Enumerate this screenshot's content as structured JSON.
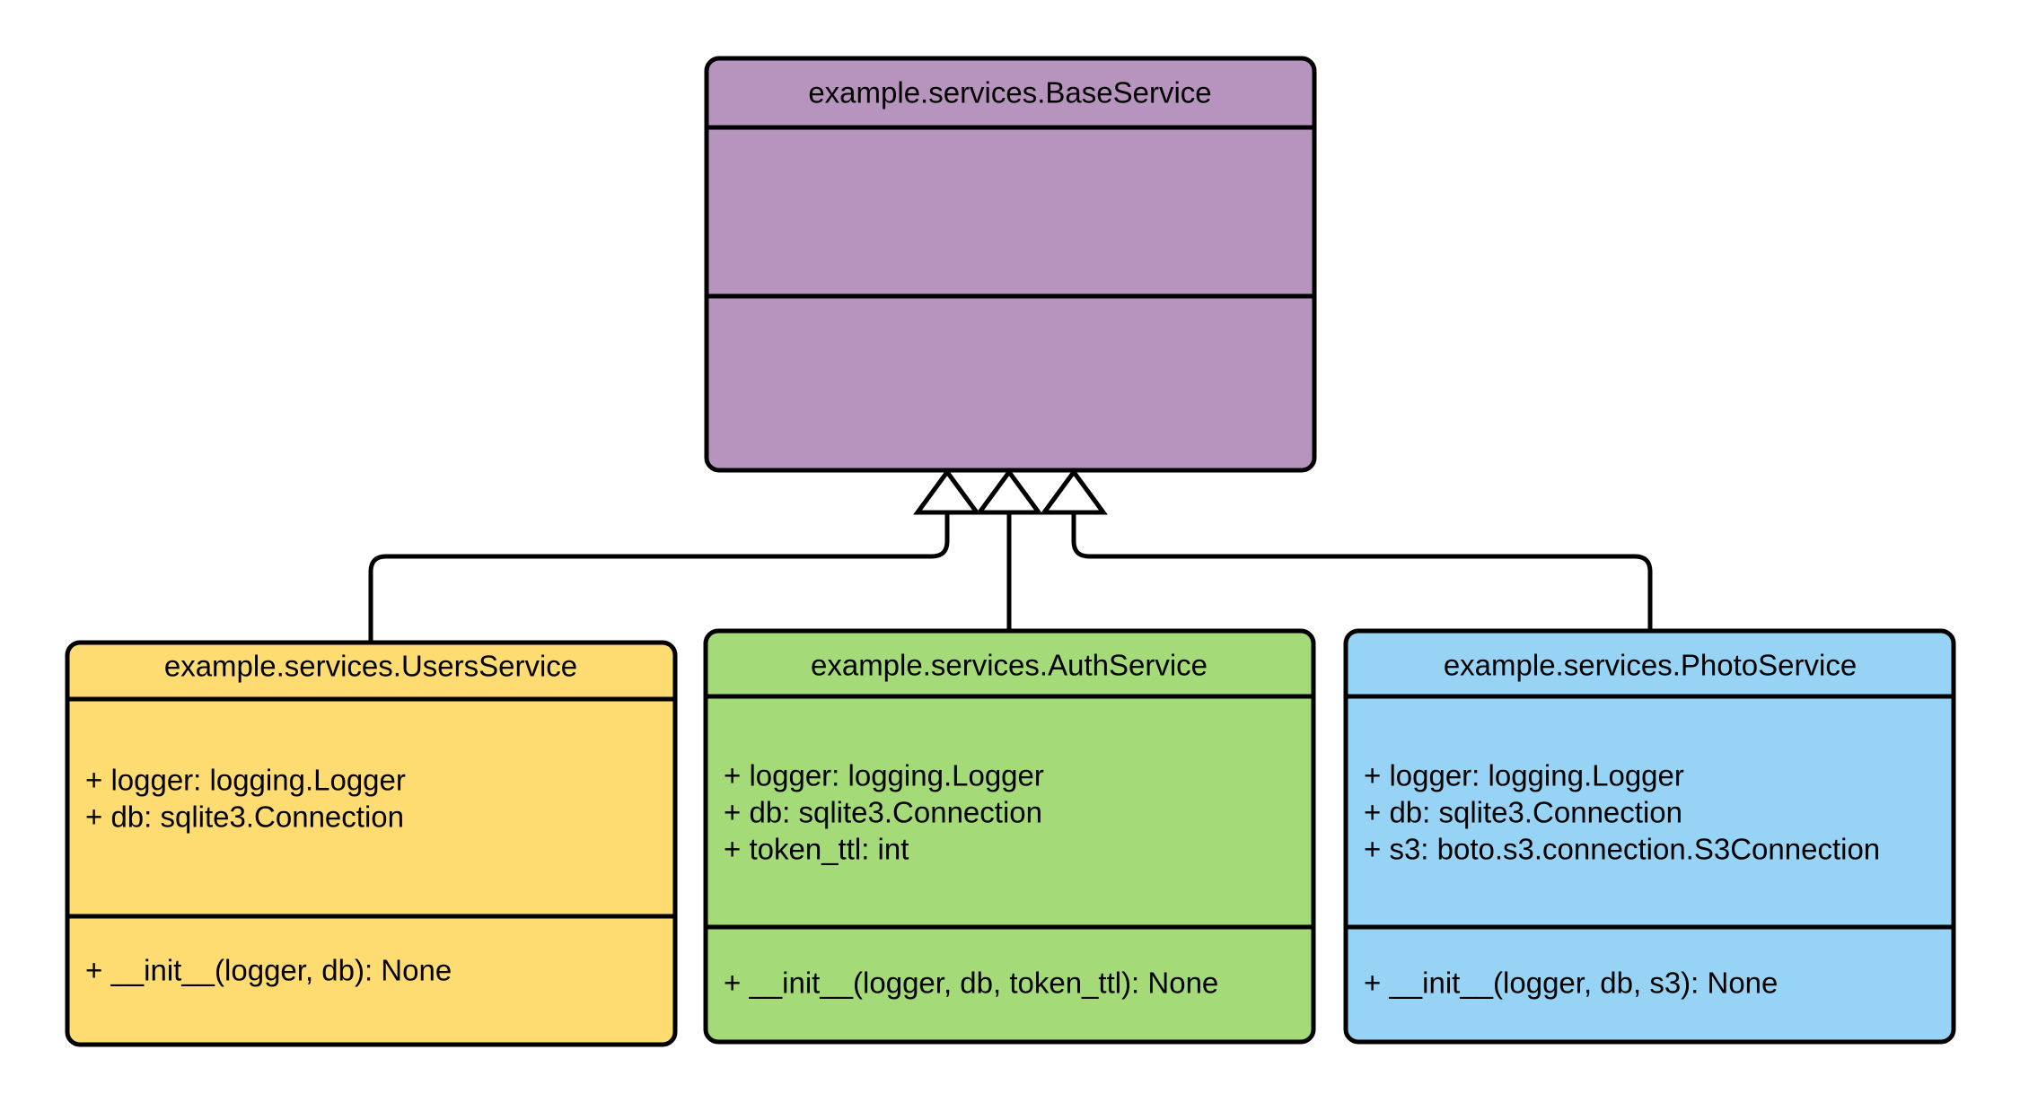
{
  "diagram": {
    "type": "uml-class-diagram",
    "background_color": "#ffffff",
    "line_color": "#000000",
    "relationship": "generalization",
    "classes": [
      {
        "id": "base",
        "name": "example.services.BaseService",
        "fill_color": "#b794bd",
        "attributes": [],
        "methods": []
      },
      {
        "id": "users",
        "name": "example.services.UsersService",
        "fill_color": "#ffdc72",
        "attributes": [
          "+ logger: logging.Logger",
          "+ db: sqlite3.Connection"
        ],
        "methods": [
          "+ __init__(logger, db): None"
        ]
      },
      {
        "id": "auth",
        "name": "example.services.AuthService",
        "fill_color": "#a4da78",
        "attributes": [
          "+ logger: logging.Logger",
          "+ db: sqlite3.Connection",
          "+ token_ttl: int"
        ],
        "methods": [
          "+ __init__(logger, db, token_ttl): None"
        ]
      },
      {
        "id": "photo",
        "name": "example.services.PhotoService",
        "fill_color": "#97d3f5",
        "attributes": [
          "+ logger: logging.Logger",
          "+ db: sqlite3.Connection",
          "+ s3: boto.s3.connection.S3Connection"
        ],
        "methods": [
          "+ __init__(logger, db, s3): None"
        ]
      }
    ],
    "edges": [
      {
        "from": "users",
        "to": "base",
        "kind": "inheritance"
      },
      {
        "from": "auth",
        "to": "base",
        "kind": "inheritance"
      },
      {
        "from": "photo",
        "to": "base",
        "kind": "inheritance"
      }
    ]
  }
}
